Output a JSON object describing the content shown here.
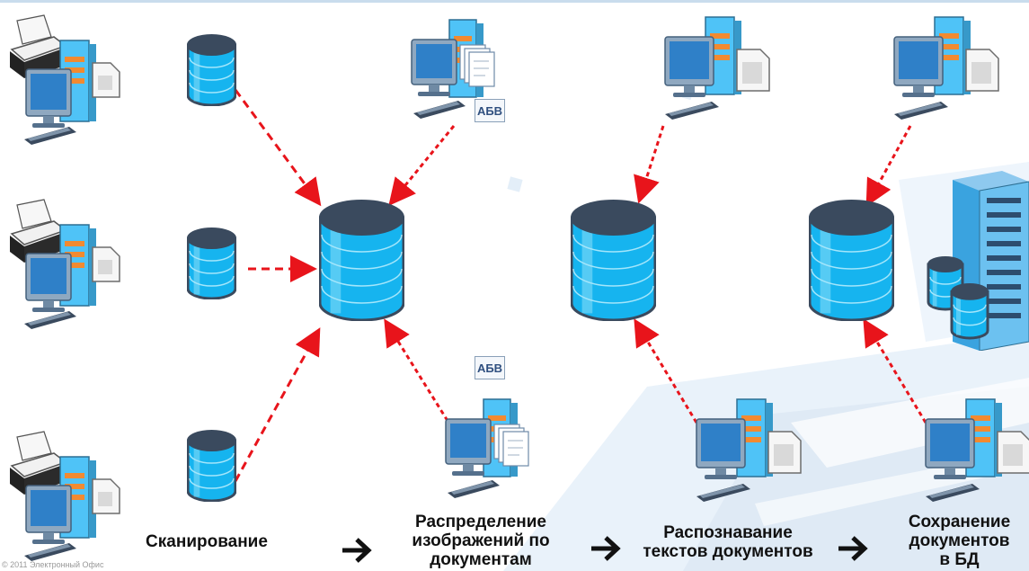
{
  "stages": {
    "scan": "Сканирование",
    "distribute": [
      "Распределение",
      "изображений по",
      "документам"
    ],
    "recognize": [
      "Распознавание",
      "текстов документов"
    ],
    "save": [
      "Сохранение",
      "документов",
      "в БД"
    ]
  },
  "badges": {
    "abv_top": "АБВ",
    "abv_bottom": "АБВ"
  },
  "colors": {
    "arrow": "#e8141b",
    "cylinder_top": "#3a4a5e",
    "cylinder_body": "#16b4ef",
    "cylinder_stripe": "#a4e6fb",
    "monitor": "#2f80c8",
    "tower": "#4fc3f7",
    "accent_orange": "#f28a30"
  },
  "icons": [
    "scanner-workstation-icon",
    "database-icon",
    "workstation-documents-icon",
    "workstation-file-icon",
    "server-rack-icon",
    "arrow-right-icon"
  ],
  "copyright": "© 2011 Электронный Офис"
}
